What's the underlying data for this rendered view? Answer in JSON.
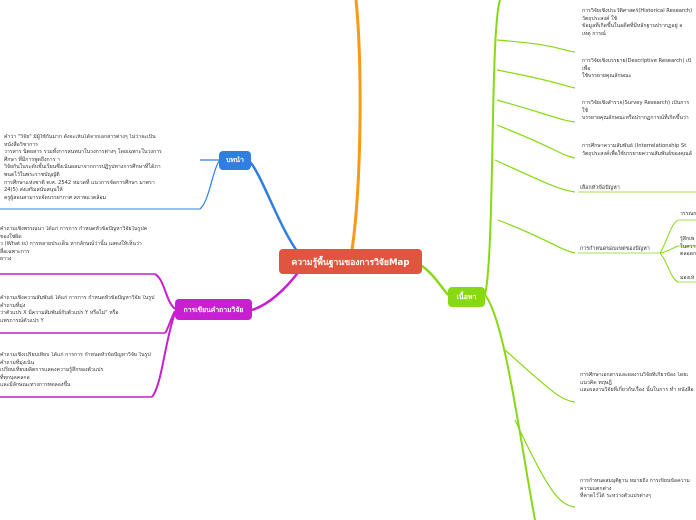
{
  "central": {
    "label": "ความรู้พื้นฐานของการวิจัยMap"
  },
  "colors": {
    "central": "#e0553f",
    "blue": "#2f7fe0",
    "magenta": "#c71fd1",
    "green": "#87d914",
    "orange": "#f79a16"
  },
  "branches": {
    "intro": {
      "label": "บทนำ",
      "text": "คำว่า \"วิจัย\" มีผู้ใช้กันมาก ดังจะเห็นได้จากเอกสารต่างๆ ไม่ว่าจะเป็น\nหนังสือวิชาการ\nวารสาร นิตยสาร รวมทั้งการสนทนาในวงการต่างๆ โดยเฉพาะในวงการ\nศึกษา ที่มีการพูดถึงการ า\nวิจัยกันในระดับชั้นเรียนซึ่งเน้นผลมาจากการปฏิรูปทางการศึกษาที่ได้ภา\nพนดไว้ในพระราชบัญญัติ\nการศึกษาแห่งชาติ พ.ศ. 2542 หมวดที่ แนวการจัดการศึกษา มาตรา\n24(5) ส่งเสริมสนับสนุนให้\nครูผู้สอนสามารถจัดบรรยากาศ สภาพแวดล้อม"
    },
    "questions": {
      "label": "การเขียนคำถามวิจัย",
      "items": [
        "คำถามเชิงพรรณนา ได้แก่ การการ กำหนดหัวข้อปัญหาวิจัยในรูปค\nของใช่ผิด\nว (What is) การหลายประเด็น หากลักษณ์ว่านั้น แสดงให้เห็นว่า\nสื่อเฉพาะการ\nยาวง",
        "คำถามเชิงความสัมพันธ์ ได้แก่ การการ กำหนดหัวข้อปัญหาวิจัย ในรูป\nคำถามที่มุ่ง\nว่าตัวแปร X มีความสัมพันธ์กับตัวแปร Y หรือไม่\" หรือ\nแพรการณ์ตัวแปร Y",
        "คำถามเชิงเปรียบเทียบ ได้แก่ การการ กำหนดหัวข้อปัญหาวิจัย ในรูป\nคำถามที่มุ่งเน้น\nเปรียบเทียบผลิตการแสดงความรู้สึกของตัวแปร\nที่ทุกบุคคลกล\nและมีลักษณะทางการทดลองขึ้น"
      ]
    },
    "content": {
      "label": "เนื้อหา",
      "top_items": [
        "การวิจัยเชิงประวัติศาสตร์(Historical Research)\nวัตถุประสงค์ ใช้\nข้อมูลที่เกิดขึ้นในอดีตที่มีหลักฐานปรากฏอยู่ อ\nเหตุ การณ์",
        "การวิจัยเชิงบรรยาย(Descriptive Research) เป็\nเพื่อ\nใช้บรรยายคุณลักษณะ",
        "การวิจัยเชิงสำรวจ(Survey Research) เป็นการ\nใช้\nบรรยายคุณลักษณะหรือปรากฏการณ์ที่เกิดขึ้นว่า",
        "การศึกษาความสัมพันธ์ (Interrelationship St\nวัตถุประสงค์เพื่อใช้บรรยายความสัมพันธ์ของคุณลั"
      ],
      "select_problem": "เลือกหัวข้อปัญหา",
      "define_scope": "การกำหนดขอบเขตของปัญหา",
      "scope_children": [
        "วรรณก",
        "รู้สึกเพ\nในความ\nตลอดก",
        "มองเห็"
      ],
      "review": "การศึกษาเอกสารและผลงานวิจัยที่เกี่ยวข้อง โดยเ\nแนวคิด ทฤษฎี\nและผลงานวิจัยที่เกี่ยวกับเรื่อง นั้นในการ ทำ หนังสือ",
      "hypothesis": "การกำหนดสมมุติฐาน หมายถึง การเขียนข้อความ\nความแตกต่าง\nที่คาดไว้ได้ ระหว่างตัวแปรต่างๆ"
    }
  }
}
